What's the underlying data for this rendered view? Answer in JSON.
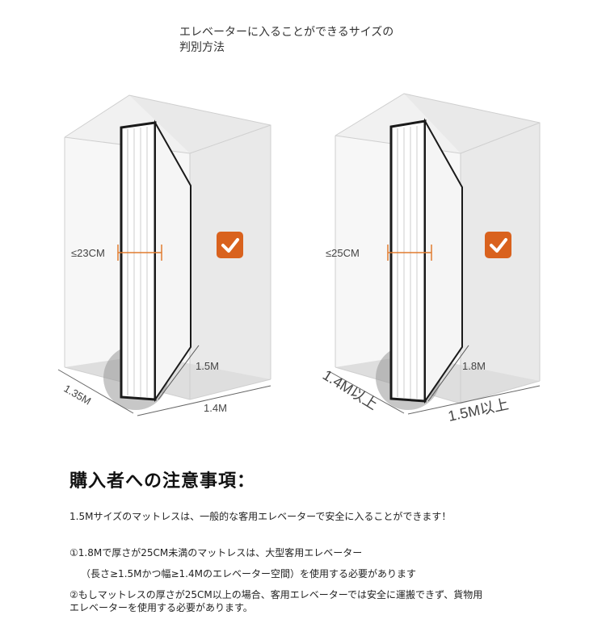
{
  "header": {
    "title_line1": "エレベーターに入ることができるサイズの",
    "title_line2": "判別方法"
  },
  "left_diagram": {
    "thickness_label": "≤23CM",
    "height_label": "1.5M",
    "width_label": "1.4M",
    "depth_label": "1.35M",
    "check_color": "#d9621e"
  },
  "right_diagram": {
    "thickness_label": "≤25CM",
    "height_label": "1.8M",
    "width_label": "1.5M以上",
    "depth_label": "1.4M以上",
    "check_color": "#d9621e"
  },
  "notice": {
    "heading": "購入者への注意事項：",
    "line1": "1.5Mサイズのマットレスは、一般的な客用エレベーターで安全に入ることができます！",
    "line2": "①1.8Mで厚さが25CM未満のマットレスは、大型客用エレベーター",
    "line3": "（長さ≥1.5Mかつ幅≥1.4Mのエレベーター空間）を使用する必要があります",
    "line4": "②もしマットレスの厚さが25CM以上の場合、客用エレベーターでは安全に運搬できず、貨物用",
    "line5": "エレベーターを使用する必要があります。"
  }
}
